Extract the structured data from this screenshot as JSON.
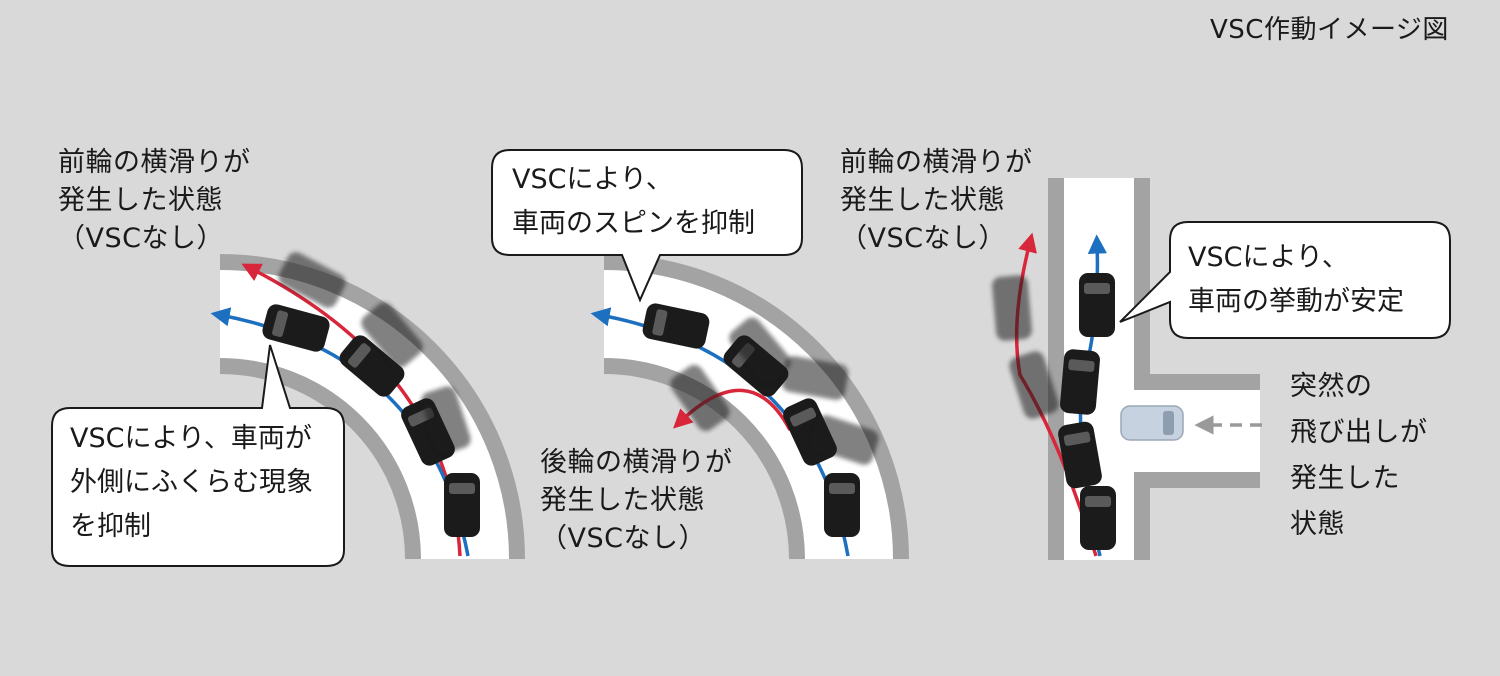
{
  "title": "VSC作動イメージ図",
  "scenario1": {
    "caption": [
      "前輪の横滑りが",
      "発生した状態",
      "（VSCなし）"
    ],
    "bubble": [
      "VSCにより、車両が",
      "外側にふくらむ現象",
      "を抑制"
    ]
  },
  "scenario2": {
    "bubble": [
      "VSCにより、",
      "車両のスピンを抑制"
    ],
    "caption": [
      "後輪の横滑りが",
      "発生した状態",
      "（VSCなし）"
    ]
  },
  "scenario3": {
    "caption": [
      "前輪の横滑りが",
      "発生した状態",
      "（VSCなし）"
    ],
    "bubble": [
      "VSCにより、",
      "車両の挙動が安定"
    ],
    "side_note": [
      "突然の",
      "飛び出しが",
      "発生した",
      "状態"
    ]
  },
  "colors": {
    "background": "#d9d9d9",
    "road": "#ffffff",
    "curb": "#a3a3a3",
    "vsc_path": "#1d6fbf",
    "no_vsc_path": "#d8263a",
    "car": "#1b1b1b",
    "intruding_car": "#c7d2e0",
    "dashed_arrow": "#9a9a9a"
  }
}
